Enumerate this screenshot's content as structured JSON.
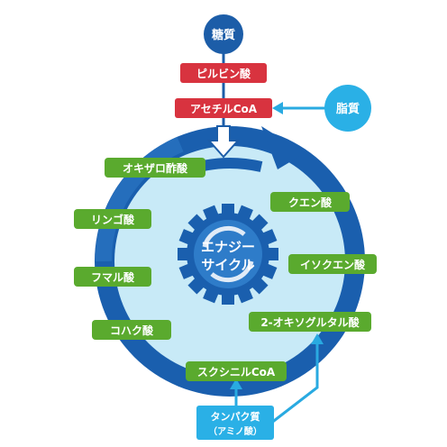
{
  "diagram": {
    "sources": {
      "sugar": "糖質",
      "fat": "脂質",
      "protein_line1": "タンパク質",
      "protein_line2": "（アミノ酸）"
    },
    "upstream": {
      "pyruvate": "ピルビン酸",
      "acetyl_coa": "アセチルCoA"
    },
    "cycle_steps": {
      "oxaloacetate": "オキザロ酢酸",
      "malate": "リンゴ酸",
      "fumarate": "フマル酸",
      "succinate": "コハク酸",
      "succinyl_coa": "スクシニルCoA",
      "citrate": "クエン酸",
      "isocitrate": "イソクエン酸",
      "ketoglutarate": "2-オキソグルタル酸"
    },
    "center": {
      "line1": "エナジー",
      "line2": "サイクル"
    },
    "colors": {
      "cycle_dark": "#1a5fae",
      "cycle_light": "#c8eaf7",
      "step_green": "#5aaa2e",
      "upstream_red": "#d8333f",
      "source_dark_blue": "#1c5da8",
      "source_light_blue": "#2ab0e6",
      "arrow_blue": "#29aae1"
    }
  }
}
